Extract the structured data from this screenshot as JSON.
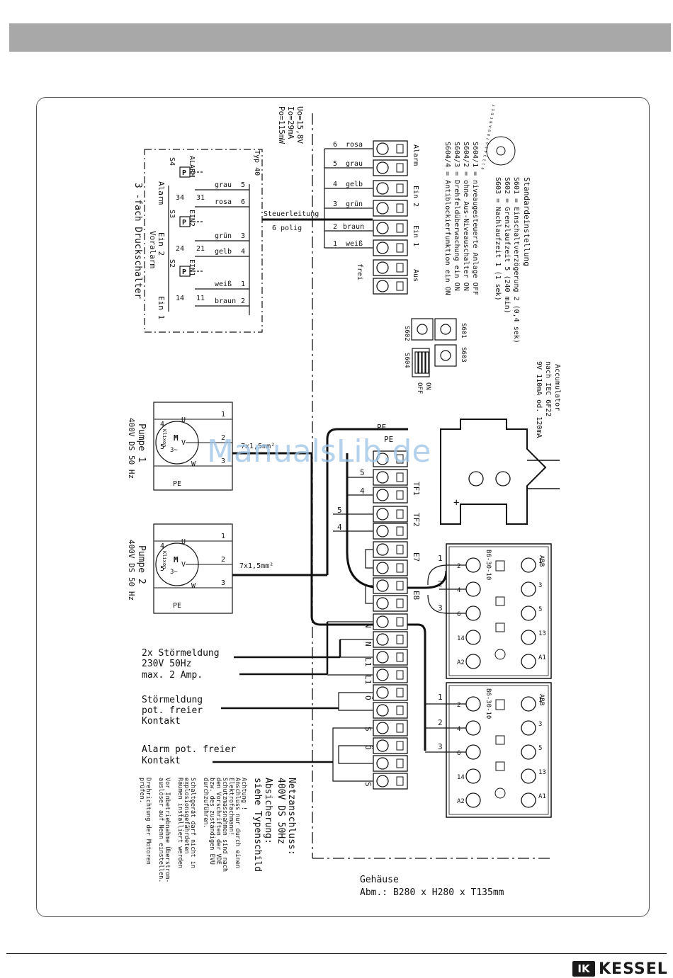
{
  "watermark": "ManualsLib.de",
  "brand": {
    "icon": "IK",
    "name": "KESSEL"
  },
  "switch_block": {
    "title": "3 -fach Druckschalter",
    "typ": "Typ 40",
    "specs": [
      "Uo=15,8V",
      "Io=29mA",
      "Po=115mW"
    ],
    "wires_right": [
      "grau",
      "rosa",
      "grün",
      "gelb",
      "weiß",
      "braun"
    ],
    "wire_numbers": [
      "5",
      "6",
      "3",
      "4",
      "1",
      "2"
    ],
    "contacts": [
      "31",
      "34",
      "21",
      "24",
      "11",
      "14"
    ],
    "switch_names": [
      "S4",
      "S3",
      "S2"
    ],
    "switch_labels": [
      "ALARM",
      "EIN2",
      "EIN1"
    ],
    "p_label": "P",
    "group_labels": [
      "Alarm",
      "Ein 2",
      "Voralarm",
      "Ein 1"
    ]
  },
  "steuerleitung": {
    "label": "Steuerleitung",
    "sub": "6 polig"
  },
  "terminal_top": {
    "rows": [
      {
        "num": "6",
        "color": "rosa"
      },
      {
        "num": "5",
        "color": "grau"
      },
      {
        "num": "4",
        "color": "gelb"
      },
      {
        "num": "3",
        "color": "grün"
      },
      {
        "num": "2",
        "color": "braun"
      },
      {
        "num": "1",
        "color": "weiß"
      },
      {
        "num": "",
        "color": "frei"
      }
    ],
    "group_labels": [
      "Alarm",
      "Ein 2",
      "Ein 1",
      "Aus"
    ]
  },
  "settings": {
    "title": "Standardeinstellung",
    "lines": [
      "S601 = Einschaltverzögerung 2 (0,4 sek)",
      "S602 = Grenzlaufzeit        5 (240 min)",
      "S603 = Nachlaufzeit         1 (1 sek)"
    ],
    "dip_lines": [
      "S604/1 = niveaugesteuerte Anlage OFF",
      "S604/2 = ohne Aus-Niveauschalter ON",
      "S604/3 = Drehfeldüberwachung ein ON",
      "S604/4 = Antiblockierfunktion ein ON"
    ],
    "pots": [
      "S601",
      "S602",
      "S603"
    ],
    "dip_name": "S604",
    "dip_on": "ON",
    "dip_off": "OFF",
    "dial_digits": "0 1 2 3 4 5 6 7 8 9 A B C D E F"
  },
  "accumulator": {
    "lines": [
      "Accumulator",
      "nach IEC 6F22",
      "9V 110mA od. 120mA"
    ],
    "plus": "+"
  },
  "pumps": [
    {
      "name": "Pumpe 1",
      "rating": "400V DS 50 Hz",
      "cable": "7x1,5mm²"
    },
    {
      "name": "Pumpe 2",
      "rating": "400V DS 50 Hz",
      "cable": "7x1,5mm²"
    }
  ],
  "motor": {
    "terminals": [
      "U",
      "V",
      "W",
      "PE"
    ],
    "label": "M",
    "phase": "3~",
    "klixon": "Klixon",
    "pins": [
      "1",
      "2",
      "3",
      "4",
      "5"
    ]
  },
  "main_terminal": {
    "labels": [
      "TF1",
      "TF2",
      "E7",
      "E8",
      "N",
      "N",
      "L1",
      "L1",
      "Ö",
      "S",
      "Ö",
      "S"
    ],
    "wire_numbers": [
      "5",
      "4",
      "5",
      "4"
    ],
    "pe": "PE"
  },
  "contactors": [
    {
      "name": "ABB",
      "model": "B6-30-10",
      "terms": [
        "1",
        "3",
        "5",
        "13",
        "A1",
        "2",
        "4",
        "6",
        "14",
        "A2"
      ],
      "wires": [
        "1",
        "2",
        "3"
      ]
    },
    {
      "name": "ABB",
      "model": "B6-30-10",
      "terms": [
        "1",
        "3",
        "5",
        "13",
        "A1",
        "2",
        "4",
        "6",
        "14",
        "A2"
      ],
      "wires": [
        "1",
        "2",
        "3"
      ]
    }
  ],
  "left_labels": {
    "stoermeldung2": [
      "2x Störmeldung",
      "230V 50Hz",
      "max. 2 Amp."
    ],
    "stoermeldung": [
      "Störmeldung",
      "pot. freier",
      "Kontakt"
    ],
    "alarm": [
      "Alarm pot. freier",
      "Kontakt"
    ]
  },
  "mains": {
    "lines": [
      "Netzanschluss:",
      "400V DS 50Hz",
      "Absicherung:",
      "siehe Typenschild"
    ]
  },
  "notes": [
    "Achtung !",
    "Anschluss nur durch einen",
    "Elektrofachmann!",
    "Schutzmassnahmen sind nach",
    "den Vorschriften der VDE",
    "bzw. des zuständigen EVU",
    "durchzuführen.",
    "Schaltgerät darf nicht in",
    "explosionsgefährdeten",
    "Räumen installiert werden",
    "Vor Inbetriebnahme Überstrom-",
    "auslöser auf Nenn einstellen.",
    "Drehrichtung der Motoren",
    "prüfen."
  ],
  "housing": {
    "title": "Gehäuse",
    "dims": "Abm.: B280 x H280 x T135mm"
  }
}
